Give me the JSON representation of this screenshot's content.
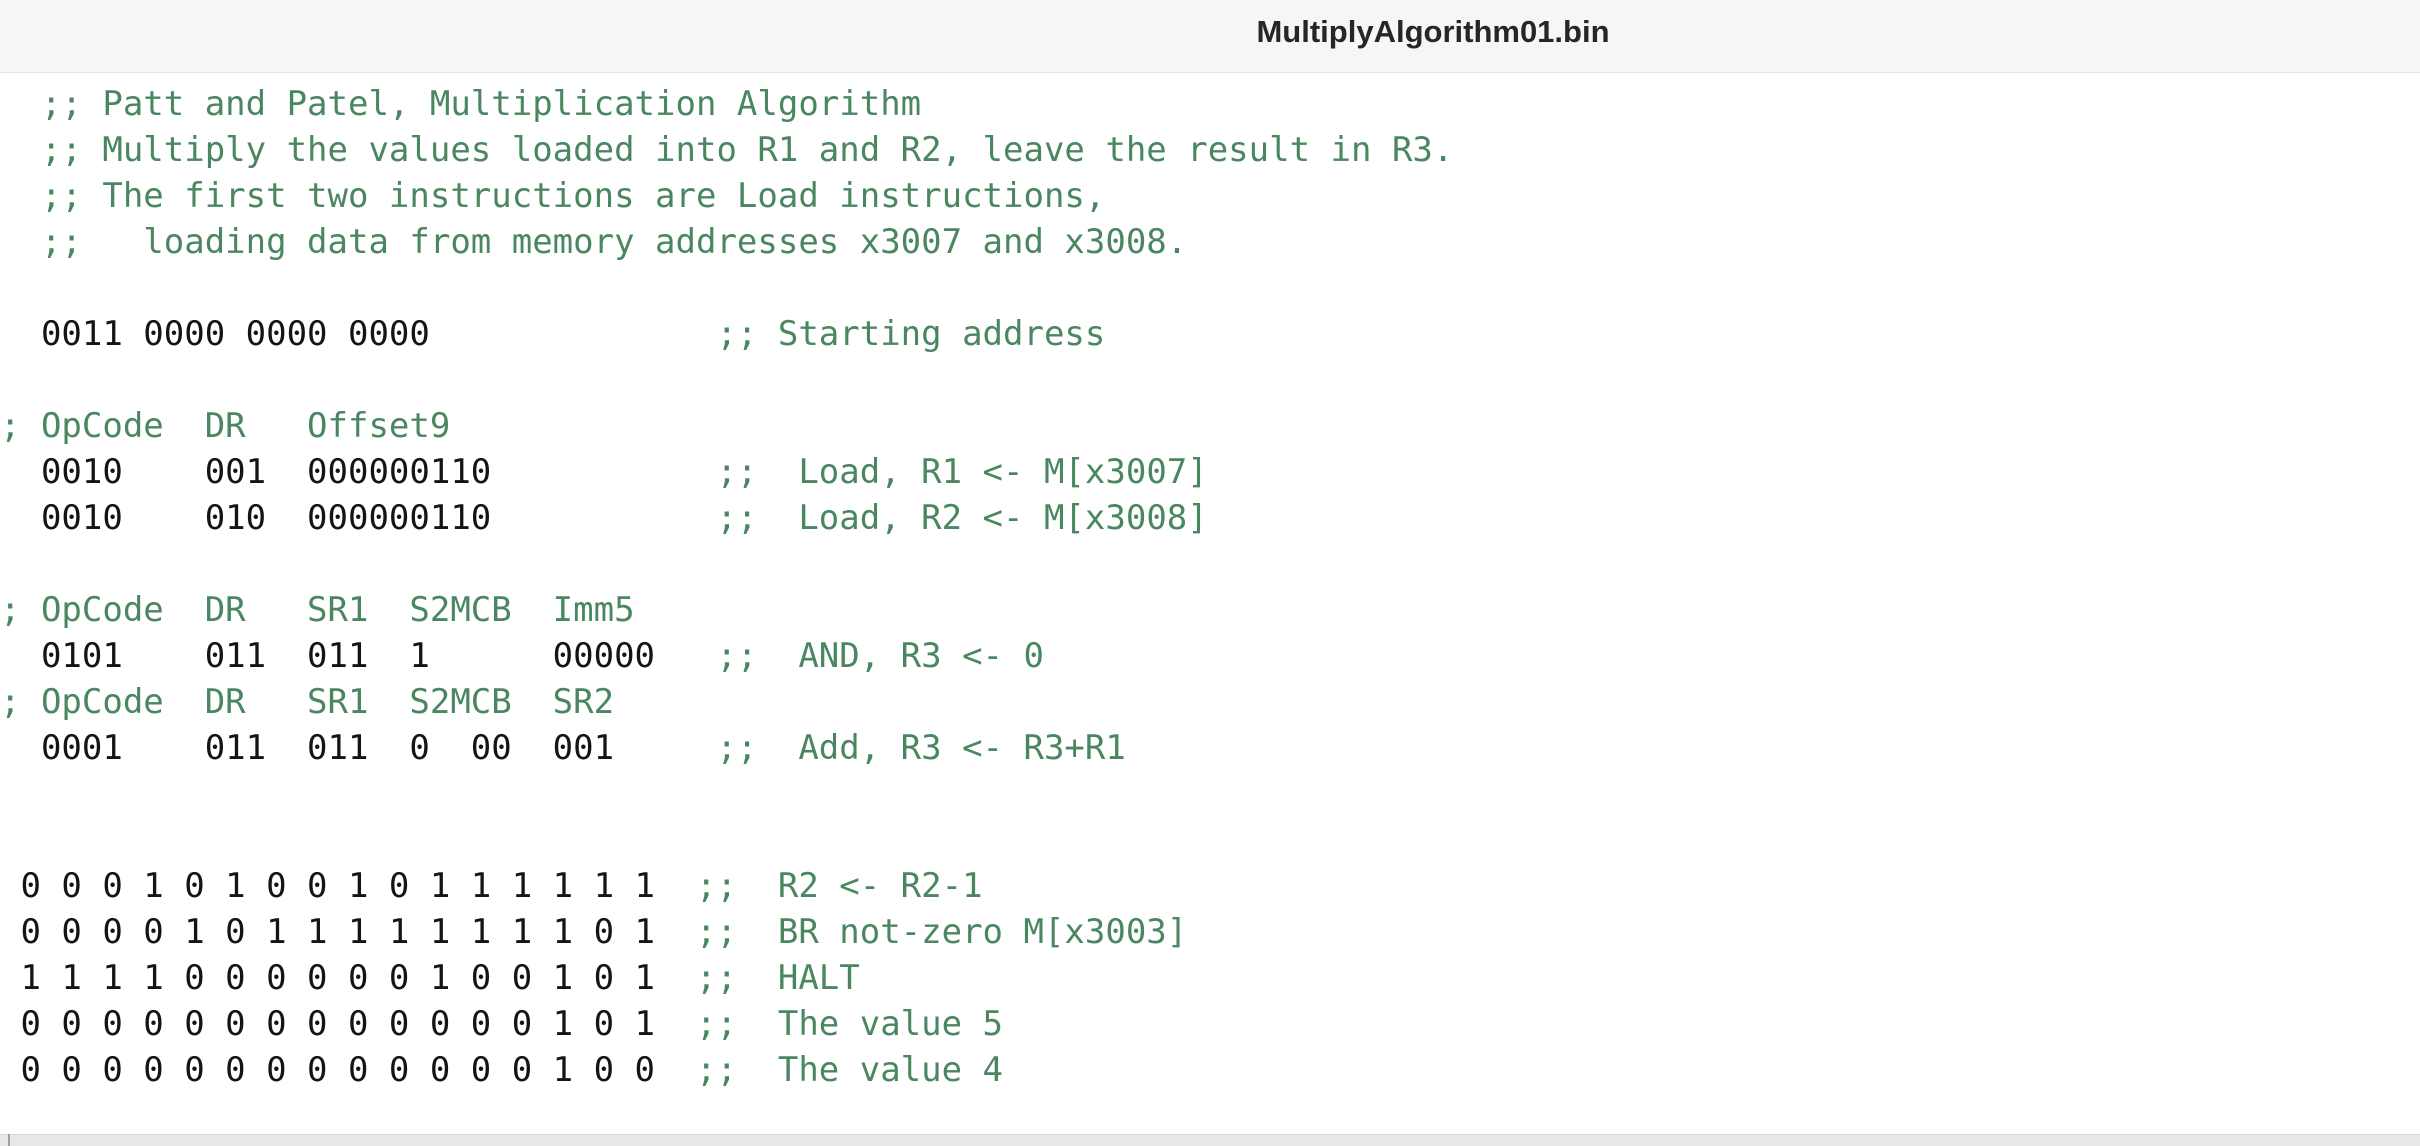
{
  "window": {
    "title": "MultiplyAlgorithm01.bin"
  },
  "colors": {
    "comment": "#4a8760",
    "code": "#141414",
    "titlebar": "#f6f6f6"
  },
  "lines": [
    {
      "segments": [
        {
          "text": "  ;; Patt and Patel, Multiplication Algorithm",
          "kind": "comment"
        }
      ]
    },
    {
      "segments": [
        {
          "text": "  ;; Multiply the values loaded into R1 and R2, leave the result in R3.",
          "kind": "comment"
        }
      ]
    },
    {
      "segments": [
        {
          "text": "  ;; The first two instructions are Load instructions,",
          "kind": "comment"
        }
      ]
    },
    {
      "segments": [
        {
          "text": "  ;;   loading data from memory addresses x3007 and x3008.",
          "kind": "comment"
        }
      ]
    },
    {
      "segments": []
    },
    {
      "segments": [
        {
          "text": "  0011 0000 0000 0000",
          "kind": "code"
        },
        {
          "text": "              ;; Starting address",
          "kind": "comment"
        }
      ]
    },
    {
      "segments": []
    },
    {
      "segments": [
        {
          "text": "; OpCode  DR   Offset9",
          "kind": "comment"
        }
      ]
    },
    {
      "segments": [
        {
          "text": "  0010    001  000000110",
          "kind": "code"
        },
        {
          "text": "           ;;  Load, R1 <- M[x3007]",
          "kind": "comment"
        }
      ]
    },
    {
      "segments": [
        {
          "text": "  0010    010  000000110",
          "kind": "code"
        },
        {
          "text": "           ;;  Load, R2 <- M[x3008]",
          "kind": "comment"
        }
      ]
    },
    {
      "segments": []
    },
    {
      "segments": [
        {
          "text": "; OpCode  DR   SR1  S2MCB  Imm5",
          "kind": "comment"
        }
      ]
    },
    {
      "segments": [
        {
          "text": "  0101    011  011  1      00000",
          "kind": "code"
        },
        {
          "text": "   ;;  AND, R3 <- 0",
          "kind": "comment"
        }
      ]
    },
    {
      "segments": [
        {
          "text": "; OpCode  DR   SR1  S2MCB  SR2",
          "kind": "comment"
        }
      ]
    },
    {
      "segments": [
        {
          "text": "  0001    011  011  0  00  001",
          "kind": "code"
        },
        {
          "text": "     ;;  Add, R3 <- R3+R1",
          "kind": "comment"
        }
      ]
    },
    {
      "segments": []
    },
    {
      "segments": []
    },
    {
      "segments": [
        {
          "text": " 0 0 0 1 0 1 0 0 1 0 1 1 1 1 1 1",
          "kind": "code"
        },
        {
          "text": "  ;;  R2 <- R2-1",
          "kind": "comment"
        }
      ]
    },
    {
      "segments": [
        {
          "text": " 0 0 0 0 1 0 1 1 1 1 1 1 1 1 0 1",
          "kind": "code"
        },
        {
          "text": "  ;;  BR not-zero M[x3003]",
          "kind": "comment"
        }
      ]
    },
    {
      "segments": [
        {
          "text": " 1 1 1 1 0 0 0 0 0 0 1 0 0 1 0 1",
          "kind": "code"
        },
        {
          "text": "  ;;  HALT",
          "kind": "comment"
        }
      ]
    },
    {
      "segments": [
        {
          "text": " 0 0 0 0 0 0 0 0 0 0 0 0 0 1 0 1",
          "kind": "code"
        },
        {
          "text": "  ;;  The value 5",
          "kind": "comment"
        }
      ]
    },
    {
      "segments": [
        {
          "text": " 0 0 0 0 0 0 0 0 0 0 0 0 0 1 0 0",
          "kind": "code"
        },
        {
          "text": "  ;;  The value 4",
          "kind": "comment"
        }
      ]
    }
  ]
}
